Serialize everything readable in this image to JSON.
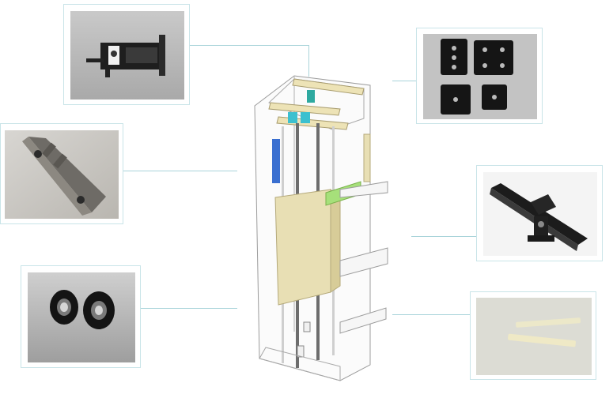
{
  "figure": {
    "center": {
      "icon": "elevator-shaft-3d-cutaway-illustration"
    },
    "callouts": [
      {
        "id": "switch-assembly",
        "icon": "limit-switch-assembly-photo",
        "side": "left"
      },
      {
        "id": "guide-shoe-plate",
        "icon": "guide-shoe-mounting-plate-photo",
        "side": "left"
      },
      {
        "id": "rope-pulleys",
        "icon": "pulley-wheels-photo",
        "side": "left"
      },
      {
        "id": "rubber-pads",
        "icon": "rubber-isolation-pads-photo",
        "side": "right"
      },
      {
        "id": "guide-shoe",
        "icon": "car-guide-shoe-photo",
        "side": "right"
      },
      {
        "id": "guide-liners",
        "icon": "nylon-guide-liners-photo",
        "side": "right"
      }
    ]
  },
  "colors": {
    "frame_border": "#c9e4e8",
    "leader_line": "#a9d4da",
    "car_beige": "#e8dfb4",
    "accent_cyan": "#3cc0cf",
    "accent_blue": "#3a6fd0",
    "accent_green": "#a6e07a"
  }
}
